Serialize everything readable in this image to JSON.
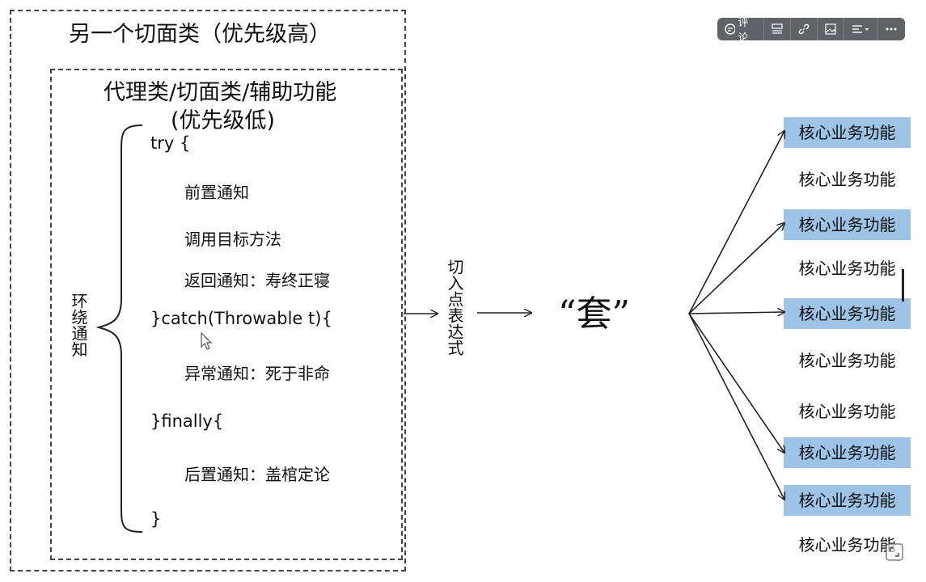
{
  "outer": {
    "title": "另一个切面类（优先级高）"
  },
  "inner": {
    "title": "代理类/切面类/辅助功能",
    "subtitle": "(优先级低)"
  },
  "code": {
    "try_open": "try {",
    "catch_line": "}catch(Throwable t){",
    "finally_line": "}finally{",
    "close": "}"
  },
  "advice": {
    "before": "前置通知",
    "invoke": "调用目标方法",
    "after_returning": "返回通知：寿终正寝",
    "after_throwing": "异常通知：死于非命",
    "after": "后置通知：盖棺定论"
  },
  "around_label": "环绕通知",
  "pointcut_label": "切入点表达式",
  "quote_word": "“套”",
  "business": {
    "items": [
      {
        "label": "核心业务功能",
        "highlighted": true
      },
      {
        "label": "核心业务功能",
        "highlighted": false
      },
      {
        "label": "核心业务功能",
        "highlighted": true
      },
      {
        "label": "核心业务功能",
        "highlighted": false
      },
      {
        "label": "核心业务功能",
        "highlighted": true
      },
      {
        "label": "核心业务功能",
        "highlighted": false
      },
      {
        "label": "核心业务功能",
        "highlighted": false
      },
      {
        "label": "核心业务功能",
        "highlighted": true
      },
      {
        "label": "核心业务功能",
        "highlighted": true
      },
      {
        "label": "核心业务功能",
        "highlighted": false
      }
    ]
  },
  "toolbar": {
    "comment_label": "评论",
    "buttons": [
      "comment-icon",
      "list-icon",
      "link-icon",
      "image-icon",
      "align-icon",
      "more-icon"
    ]
  },
  "colors": {
    "highlight": "#9dc3e6",
    "toolbar_bg": "#5f6266"
  }
}
